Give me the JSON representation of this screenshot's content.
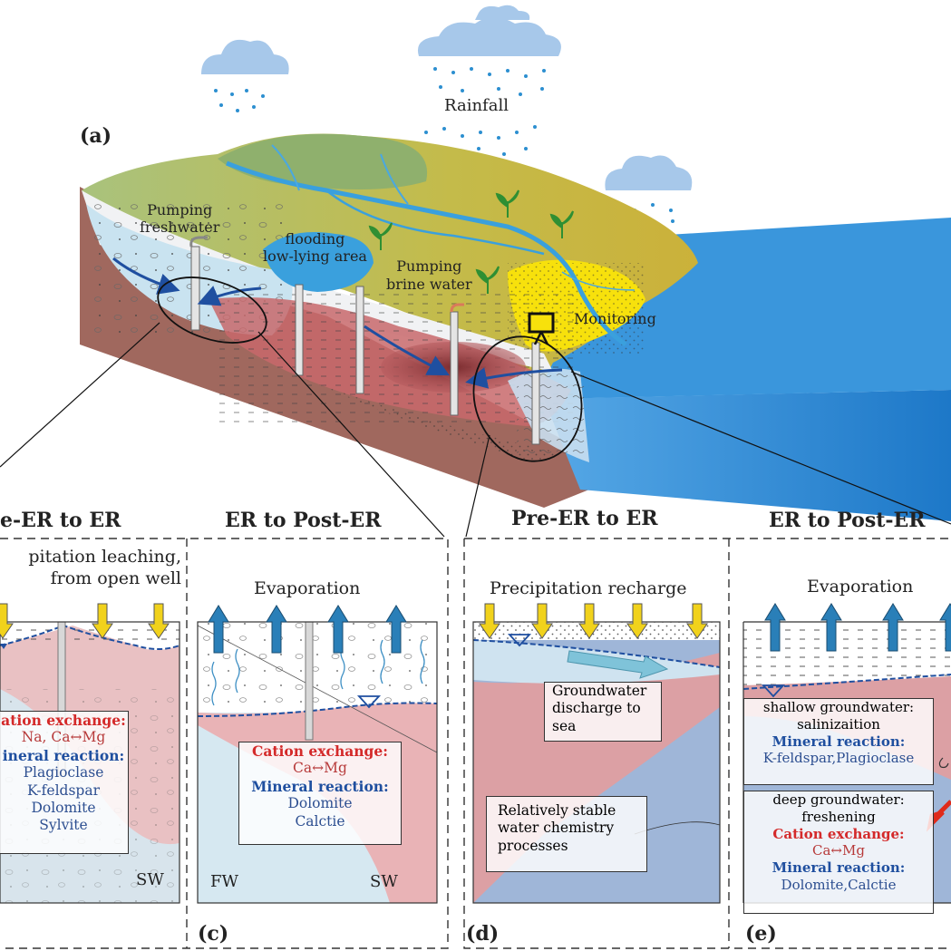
{
  "main": {
    "panel_a_label": "(a)",
    "rainfall": "Rainfall",
    "pumping_freshwater": [
      "Pumping",
      "freshwater"
    ],
    "flooding": [
      "flooding",
      "low-lying area"
    ],
    "pumping_brine": [
      "Pumping",
      "brine water"
    ],
    "monitoring": "Monitoring"
  },
  "panel_b": {
    "title": "e-ER to ER",
    "process": [
      "pitation leaching,",
      "from open well"
    ],
    "box_lines": [
      {
        "text": "ation exchange:",
        "style": "red"
      },
      {
        "text": "Na, Ca↔Mg",
        "style": "dred"
      },
      {
        "text": "ineral reaction:",
        "style": "blue"
      },
      {
        "text": "Plagioclase",
        "style": "navy"
      },
      {
        "text": "K-feldspar",
        "style": "navy"
      },
      {
        "text": "Dolomite",
        "style": "navy"
      },
      {
        "text": "Sylvite",
        "style": "navy"
      }
    ],
    "sw": "SW"
  },
  "panel_c": {
    "title": "ER to Post-ER",
    "process": "Evaporation",
    "box_lines": [
      {
        "text": "Cation exchange:",
        "style": "red"
      },
      {
        "text": "Ca↔Mg",
        "style": "dred"
      },
      {
        "text": "Mineral reaction:",
        "style": "blue"
      },
      {
        "text": "Dolomite",
        "style": "navy"
      },
      {
        "text": "Calctie",
        "style": "navy"
      }
    ],
    "fw": "FW",
    "sw": "SW",
    "label": "(c)"
  },
  "panel_d": {
    "title": "Pre-ER to ER",
    "process": "Precipitation recharge",
    "box1": [
      "Groundwater",
      "discharge to",
      "sea"
    ],
    "box2": [
      "Relatively stable",
      "water chemistry",
      "processes"
    ],
    "label": "(d)"
  },
  "panel_e": {
    "title": "ER to Post-ER",
    "process": "Evaporation",
    "box1_lines": [
      {
        "text": "shallow groundwater:",
        "style": "plain"
      },
      {
        "text": "salinizaition",
        "style": "plain"
      },
      {
        "text": "Mineral reaction:",
        "style": "blue"
      },
      {
        "text": "K-feldspar,Plagioclase",
        "style": "navy"
      }
    ],
    "box2_lines": [
      {
        "text": "deep groundwater:",
        "style": "plain"
      },
      {
        "text": "freshening",
        "style": "plain"
      },
      {
        "text": "Cation exchange:",
        "style": "red"
      },
      {
        "text": "Ca↔Mg",
        "style": "dred"
      },
      {
        "text": "Mineral reaction:",
        "style": "blue"
      },
      {
        "text": "Dolomite,Calctie",
        "style": "navy"
      }
    ],
    "label": "(e)"
  },
  "colors": {
    "soil": "#9e6a60",
    "fresh": "#c7e1ee",
    "saline": "#e3a6aa",
    "sea": "#2f8fd6",
    "arrow_yellow": "#f1d21c",
    "arrow_blue": "#2a7fb8"
  }
}
